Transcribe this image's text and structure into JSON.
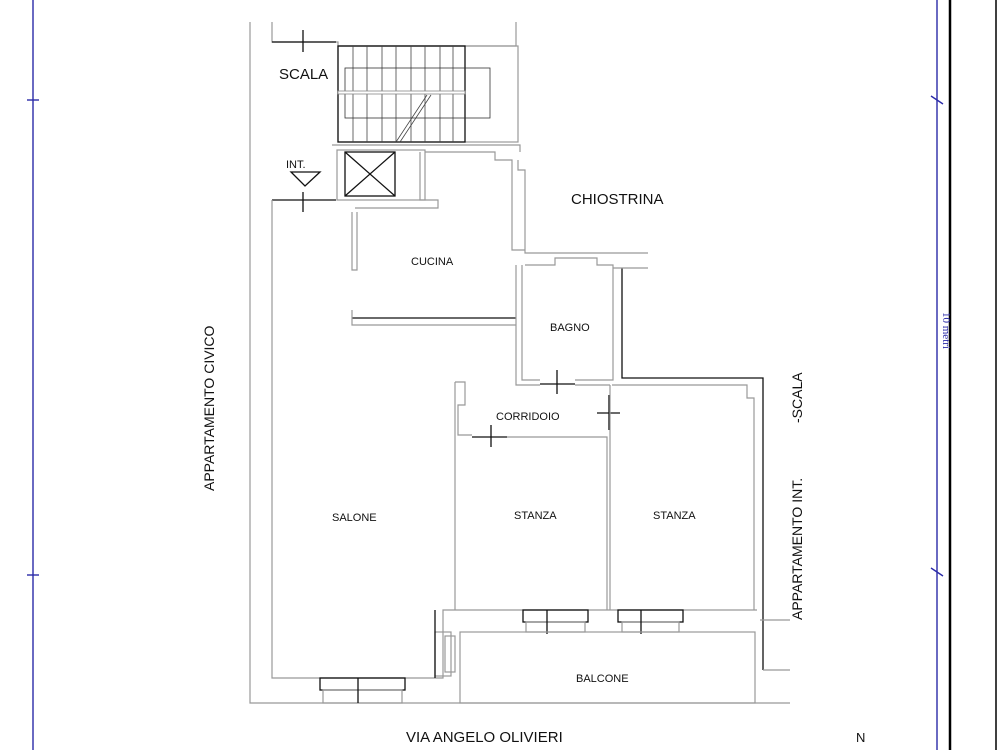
{
  "plan": {
    "rooms": {
      "scala": "SCALA",
      "int": "INT.",
      "chiostrina": "CHIOSTRINA",
      "cucina": "CUCINA",
      "bagno": "BAGNO",
      "corridoio": "CORRIDOIO",
      "salone": "SALONE",
      "stanza1": "STANZA",
      "stanza2": "STANZA",
      "balcone": "BALCONE"
    },
    "left_label": "APPARTAMENTO CIVICO",
    "right_label_a": "APPARTAMENTO INT.",
    "right_label_b": "-SCALA",
    "street": "VIA ANGELO OLIVIERI",
    "north": "N",
    "scale_label": "10 metri"
  },
  "colors": {
    "scale_line": "#2a2aa8",
    "walls": "#111111"
  }
}
